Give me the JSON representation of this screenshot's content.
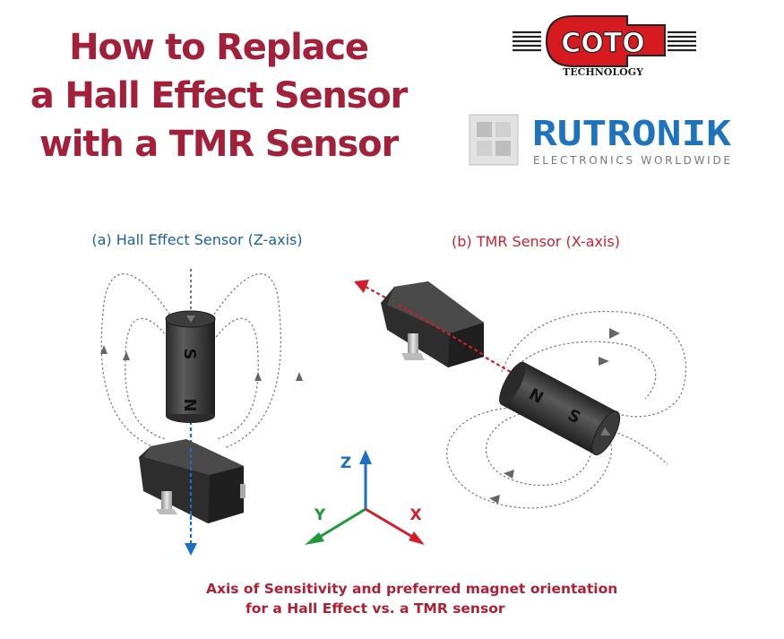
{
  "title": {
    "line1": "How to Replace",
    "line2": "a Hall Effect Sensor",
    "line3": "with a TMR Sensor"
  },
  "logos": {
    "coto_name": "COTO",
    "coto_sub": "TECHNOLOGY",
    "coto_color": "#d71920",
    "rutronik_name": "RUTRONIK",
    "rutronik_sub": "ELECTRONICS WORLDWIDE",
    "rutronik_color": "#1e73be"
  },
  "panel_a": {
    "label": "(a) Hall Effect Sensor (Z-axis)",
    "label_color": "#1a5fa8",
    "pole_top": "S",
    "pole_bottom": "N"
  },
  "panel_b": {
    "label": "(b) TMR Sensor (X-axis)",
    "label_color": "#d0202f",
    "pole_left": "N",
    "pole_right": "S"
  },
  "axes": {
    "z": "Z",
    "y": "Y",
    "x": "X",
    "z_color": "#1a6fc0",
    "y_color": "#1e9a3a",
    "x_color": "#d51c2a"
  },
  "caption": {
    "line1": "Axis of Sensitivity and preferred magnet orientation",
    "line2": "for a Hall Effect vs. a TMR sensor"
  }
}
